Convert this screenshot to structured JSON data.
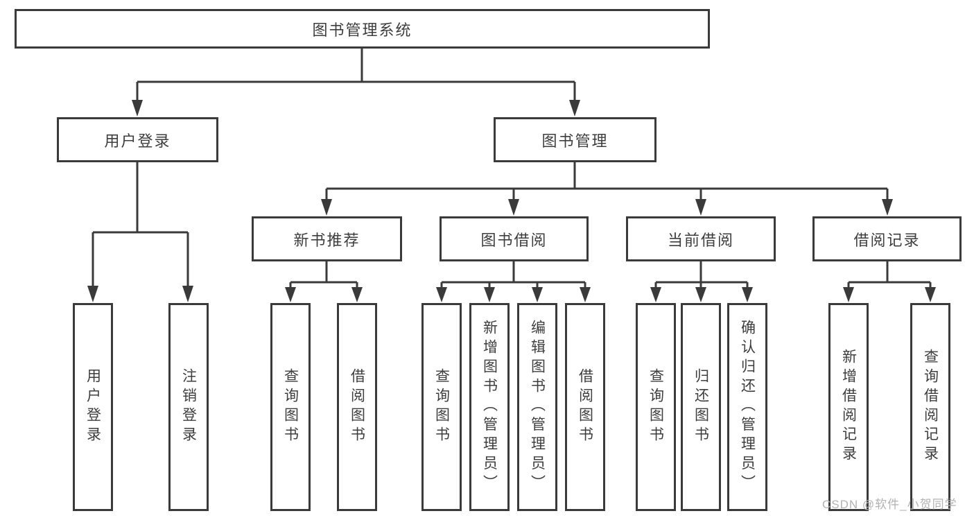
{
  "watermark": "CSDN @软件_小贺同学",
  "colors": {
    "line": "#3a3a3a",
    "text": "#3d3d3d",
    "watermark": "#b2b2b2",
    "background": "#ffffff"
  },
  "diagram": {
    "label": "图书管理系统",
    "children": [
      {
        "label": "用户登录",
        "children": [
          {
            "label": "用户登录"
          },
          {
            "label": "注销登录"
          }
        ]
      },
      {
        "label": "图书管理",
        "children": [
          {
            "label": "新书推荐",
            "children": [
              {
                "label": "查询图书"
              },
              {
                "label": "借阅图书"
              }
            ]
          },
          {
            "label": "图书借阅",
            "children": [
              {
                "label": "查询图书"
              },
              {
                "label": "新增图书（管理员）"
              },
              {
                "label": "编辑图书（管理员）"
              },
              {
                "label": "借阅图书"
              }
            ]
          },
          {
            "label": "当前借阅",
            "children": [
              {
                "label": "查询图书"
              },
              {
                "label": "归还图书"
              },
              {
                "label": "确认归还（管理员）"
              }
            ]
          },
          {
            "label": "借阅记录",
            "children": [
              {
                "label": "新增借阅记录"
              },
              {
                "label": "查询借阅记录"
              }
            ]
          }
        ]
      }
    ]
  }
}
